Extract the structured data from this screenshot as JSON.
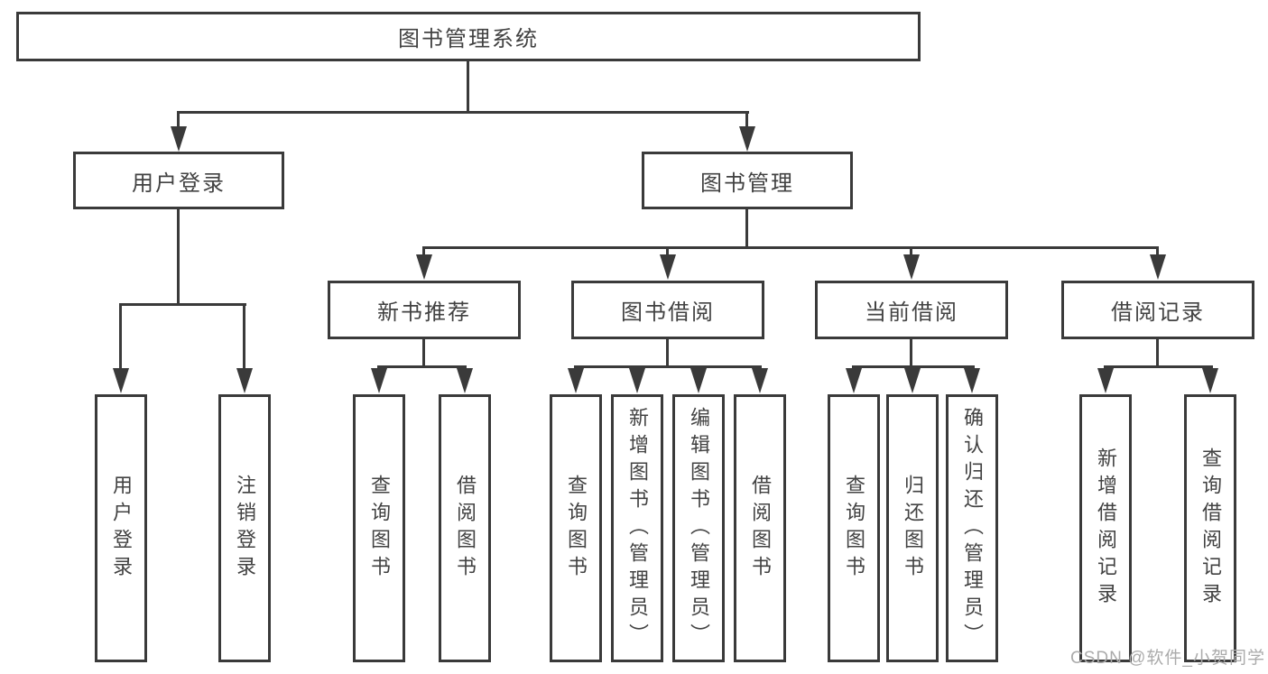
{
  "diagram": {
    "title": "图书管理系统",
    "colors": {
      "line": "#3a3a3a",
      "text": "#424242",
      "background": "#ffffff",
      "watermark": "#ababab"
    },
    "nodes": {
      "root": "图书管理系统",
      "user_login": "用户登录",
      "book_management": "图书管理",
      "new_book_recommend": "新书推荐",
      "book_borrow": "图书借阅",
      "current_borrow": "当前借阅",
      "borrow_records": "借阅记录",
      "user_login_children": [
        "用户登录",
        "注销登录"
      ],
      "new_book_children": [
        "查询图书",
        "借阅图书"
      ],
      "book_borrow_children": [
        "查询图书",
        "新增图书（管理员）",
        "编辑图书（管理员）",
        "借阅图书"
      ],
      "current_borrow_children": [
        "查询图书",
        "归还图书",
        "确认归还（管理员）"
      ],
      "borrow_records_children": [
        "新增借阅记录",
        "查询借阅记录"
      ]
    },
    "watermark": "CSDN @软件_小贺同学"
  }
}
